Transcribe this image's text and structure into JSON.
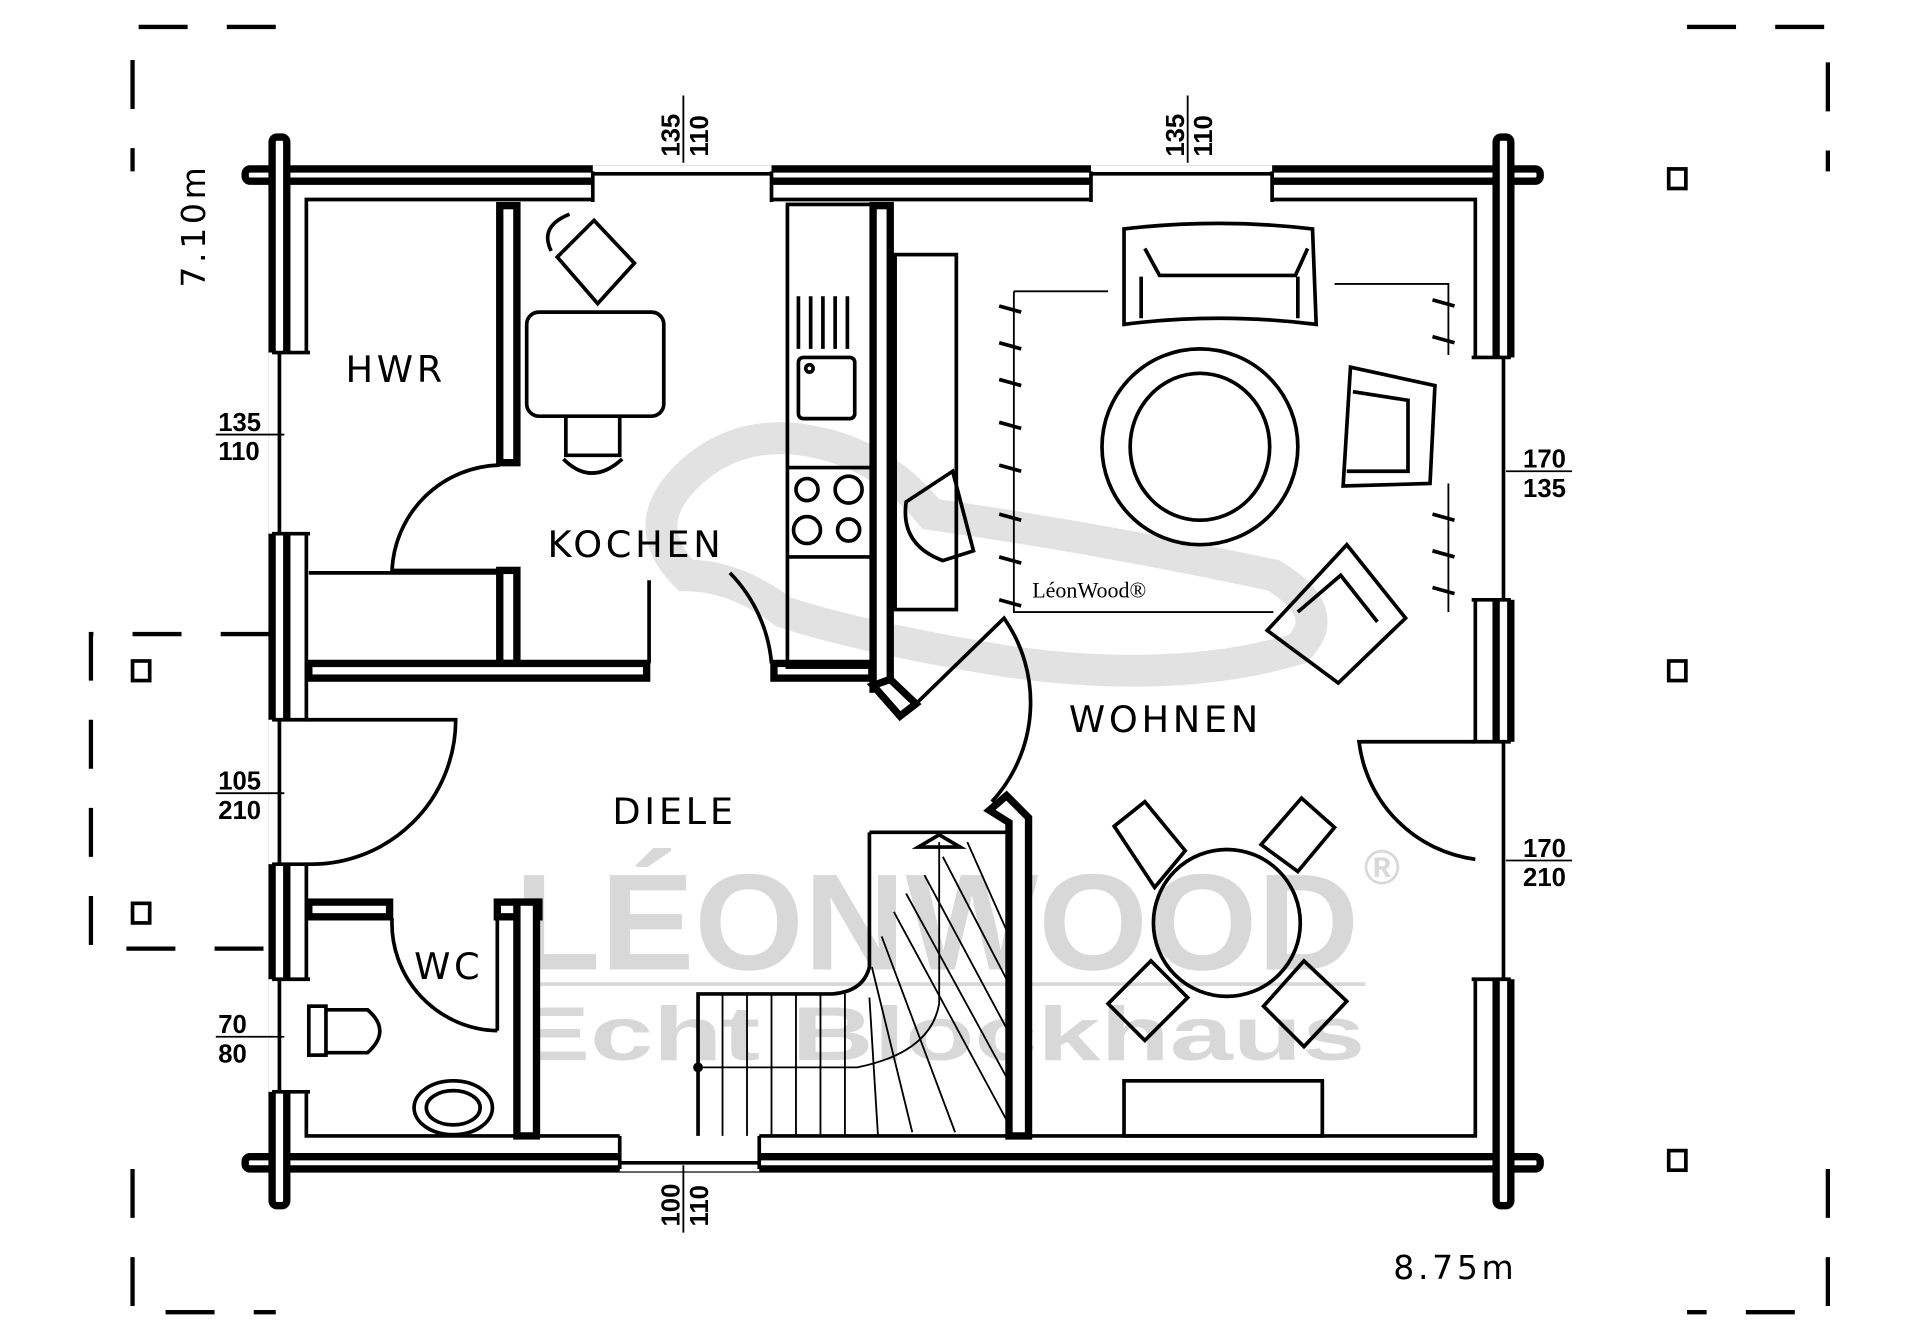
{
  "plan": {
    "rooms": {
      "hwr": "HWR",
      "kochen": "KOCHEN",
      "diele": "DIELE",
      "wohnen": "WOHNEN",
      "wc": "WC"
    },
    "overall": {
      "depth": "7.10m",
      "width": "8.75m"
    },
    "openings": {
      "top_left": {
        "w": "135",
        "h": "110"
      },
      "top_right": {
        "w": "135",
        "h": "110"
      },
      "left_hwr": {
        "w": "135",
        "h": "110"
      },
      "left_door": {
        "w": "105",
        "h": "210"
      },
      "left_wc": {
        "w": "70",
        "h": "80"
      },
      "right_window": {
        "w": "170",
        "h": "135"
      },
      "right_door": {
        "w": "170",
        "h": "210"
      },
      "bottom": {
        "w": "100",
        "h": "110"
      }
    },
    "watermark": {
      "brand": "LÉONWOOD",
      "registered": "®",
      "tagline": "Echt Blockhaus",
      "rug_brand": "LéonWood®"
    }
  }
}
